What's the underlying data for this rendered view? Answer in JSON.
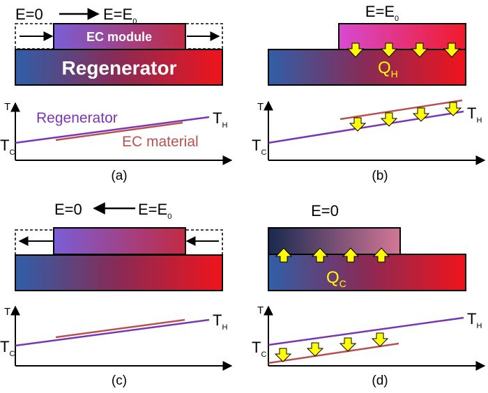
{
  "colors": {
    "cold": "#2f5fa8",
    "mid": "#8a2a55",
    "hot": "#f0141c",
    "module_a_left": "#7a5ed6",
    "module_a_right": "#c22a43",
    "module_b_left": "#d74ad0",
    "module_b_right": "#f01a2a",
    "module_d_left": "#18294f",
    "module_d_right": "#d47797",
    "regenerator_line": "#7a35b5",
    "ec_line": "#b85050",
    "heat_arrow": "#ffff00",
    "heat_text": "#ffff00"
  },
  "panel_a": {
    "field_from": "E=0",
    "field_to_base": "E=E",
    "field_to_sub": "0",
    "module_label": "EC module",
    "regenerator_label": "Regenerator",
    "axis_T": "T",
    "tc_base": "T",
    "tc_sub": "C",
    "th_base": "T",
    "th_sub": "H",
    "curve_regenerator": "Regenerator",
    "curve_ec": "EC material",
    "caption": "(a)"
  },
  "panel_b": {
    "field_base": "E=E",
    "field_sub": "0",
    "heat_base": "Q",
    "heat_sub": "H",
    "axis_T": "T",
    "tc_base": "T",
    "tc_sub": "C",
    "th_base": "T",
    "th_sub": "H",
    "caption": "(b)"
  },
  "panel_c": {
    "field_from": "E=0",
    "field_to_base": "E=E",
    "field_to_sub": "0",
    "axis_T": "T",
    "tc_base": "T",
    "tc_sub": "C",
    "th_base": "T",
    "th_sub": "H",
    "caption": "(c)"
  },
  "panel_d": {
    "field": "E=0",
    "heat_base": "Q",
    "heat_sub": "C",
    "axis_T": "T",
    "tc_base": "T",
    "tc_sub": "C",
    "th_base": "T",
    "th_sub": "H",
    "caption": "(d)"
  }
}
